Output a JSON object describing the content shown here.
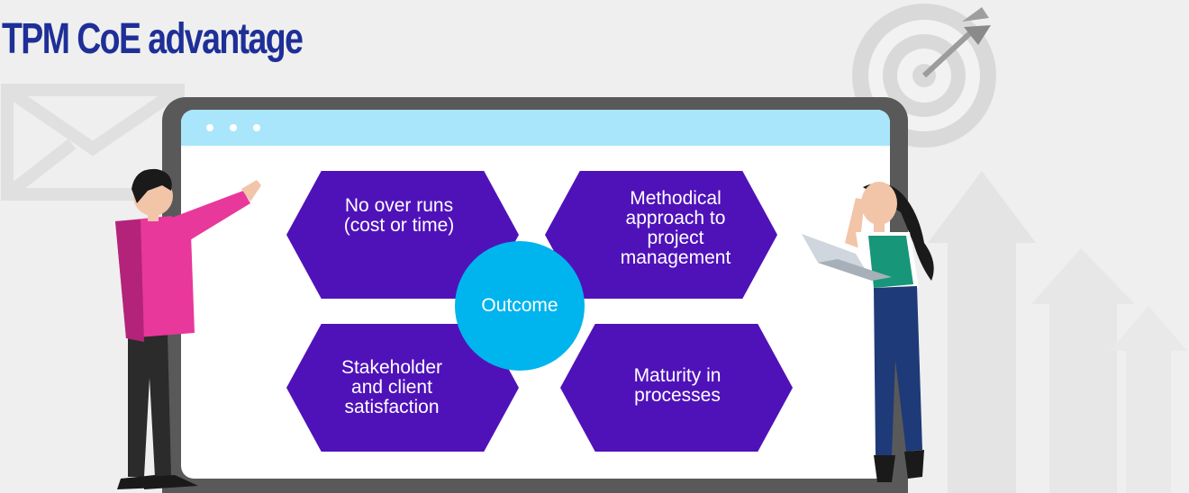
{
  "title": "TPM CoE advantage",
  "colors": {
    "title": "#1e2f97",
    "hexagon": "#4f12b9",
    "center_circle": "#00b4ee",
    "screen_bar": "#a9e6fb",
    "monitor_frame": "#595959",
    "background": "#efefef"
  },
  "diagram": {
    "center_label": "Outcome",
    "items": [
      {
        "lines": [
          "No over runs",
          "(cost or time)"
        ]
      },
      {
        "lines": [
          "Methodical",
          "approach to",
          "project",
          "management"
        ]
      },
      {
        "lines": [
          "Stakeholder",
          "and client",
          "satisfaction"
        ]
      },
      {
        "lines": [
          "Maturity in",
          "processes"
        ]
      }
    ]
  },
  "icons": [
    "target-icon",
    "envelope-icon",
    "up-arrow-icon",
    "man-pointing-illustration",
    "woman-with-laptop-illustration"
  ]
}
